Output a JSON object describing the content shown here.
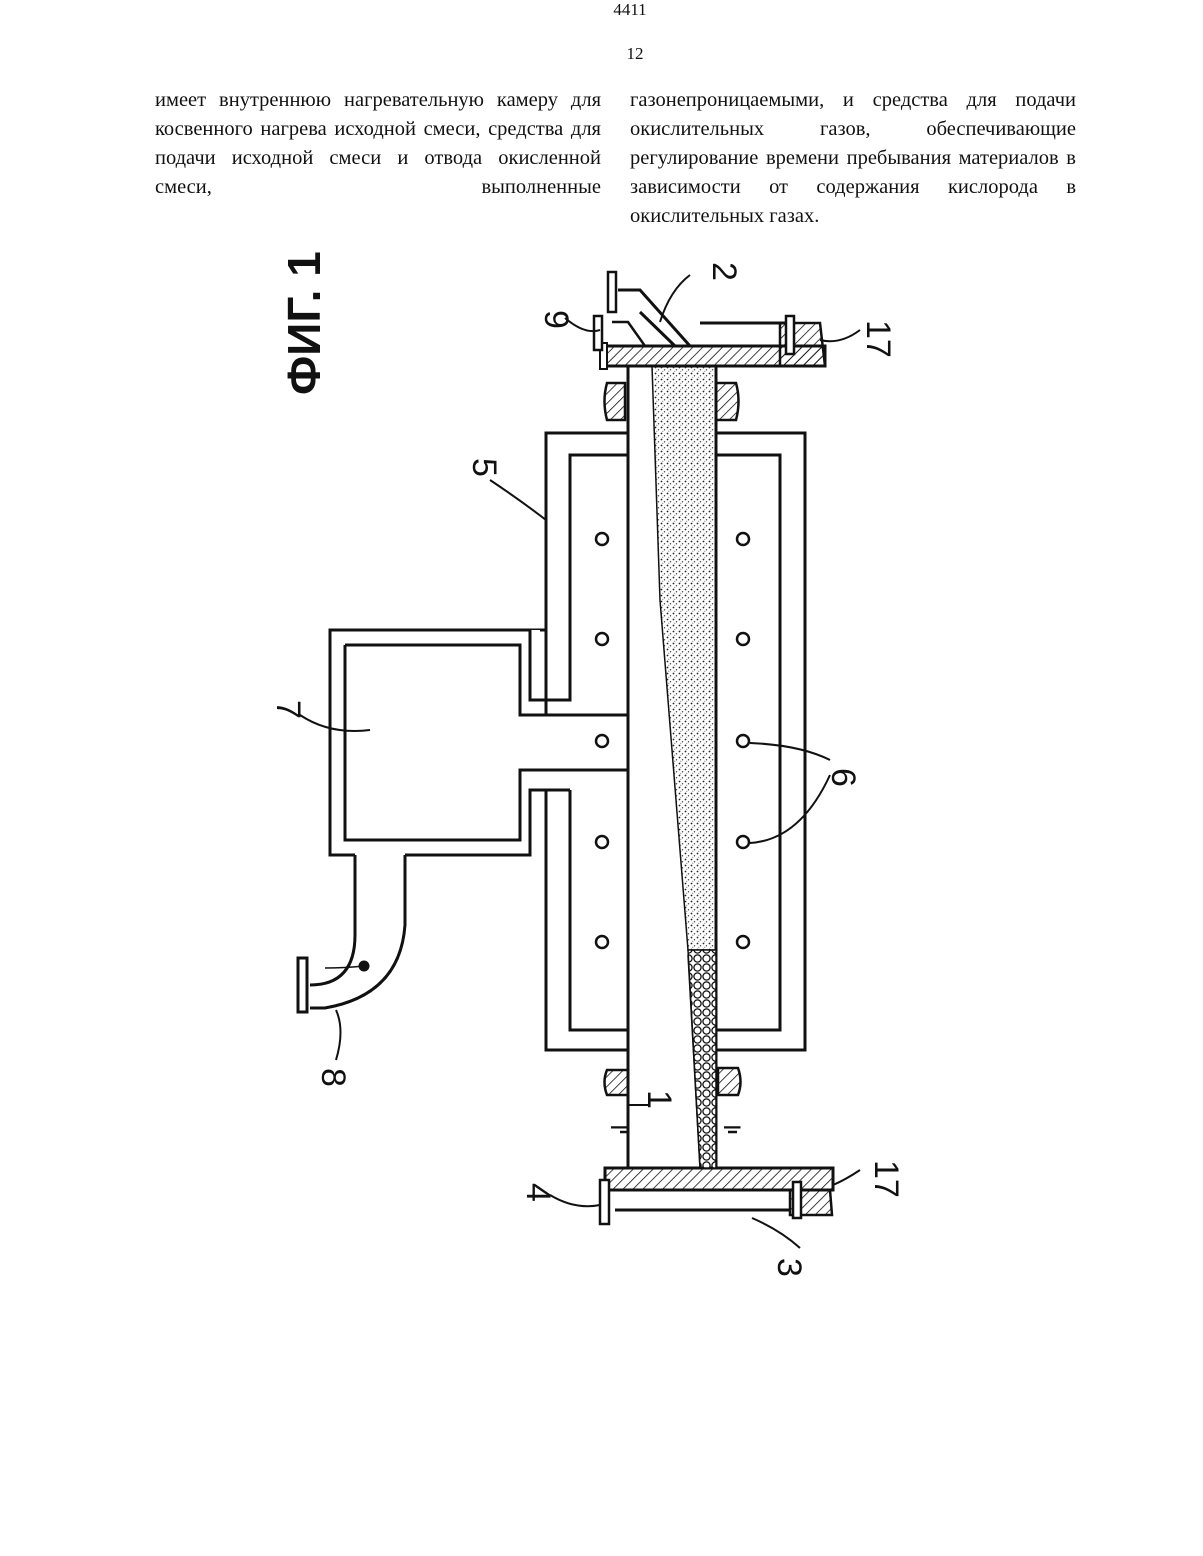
{
  "page": {
    "page_number": "4411",
    "column_number": "12"
  },
  "text": {
    "left_column": "имеет внутреннюю нагревательную камеру для косвенного нагрева исходной смеси, средства для подачи исходной смеси и отвода окисленной смеси, выполненные",
    "right_column": "газонепроницаемыми, и средства для подачи окислительных газов, обеспечивающие регулирование времени пребывания материалов в зависимости от содержания кислорода в окислительных газах."
  },
  "figure": {
    "title": "ФИГ. 1",
    "labels": {
      "l1": "1",
      "l2": "2",
      "l3": "3",
      "l4": "4",
      "l5": "5",
      "l6": "6",
      "l7": "7",
      "l8": "8",
      "l9": "9",
      "l17a": "17",
      "l17b": "17",
      "sec_a": "I",
      "sec_b": "I"
    }
  }
}
